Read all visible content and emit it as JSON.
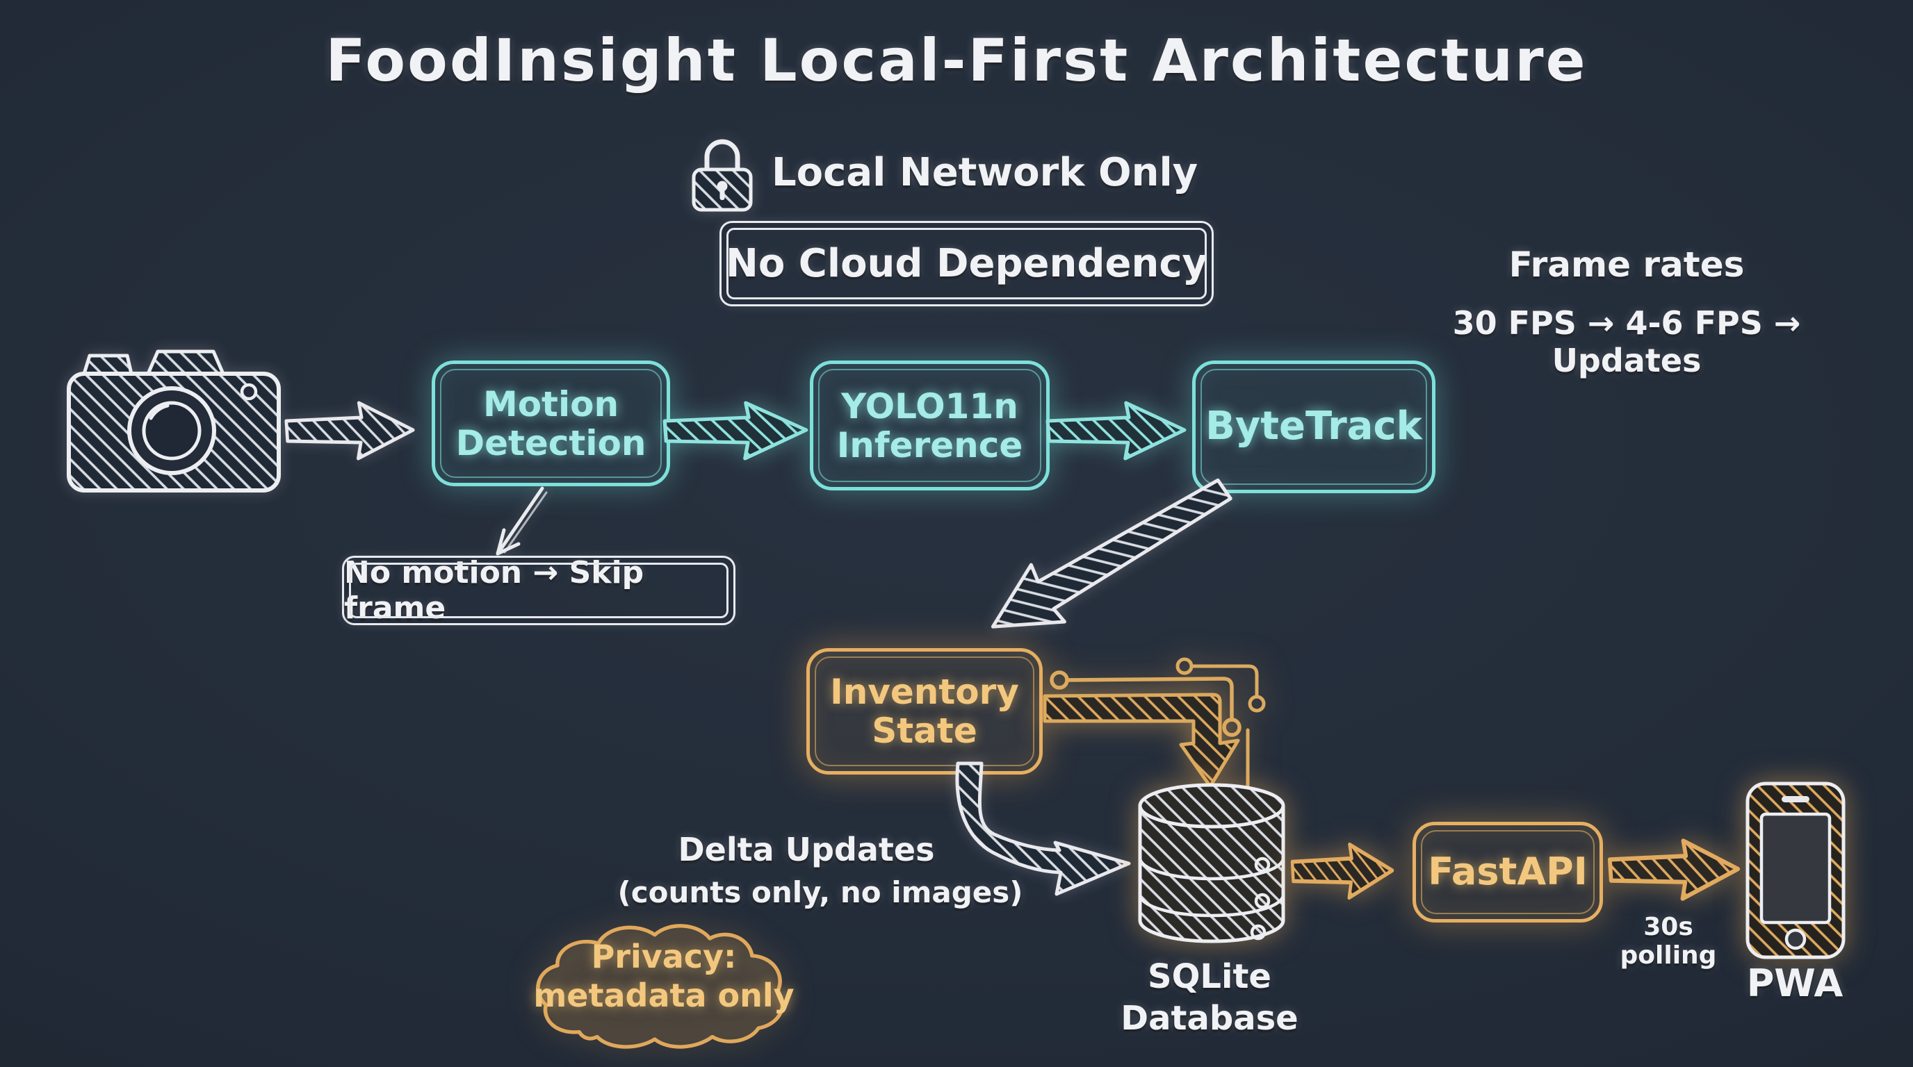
{
  "title": "FoodInsight Local-First Architecture",
  "security": {
    "lock_icon": "lock-icon",
    "local_network_label": "Local Network Only",
    "no_cloud_label": "No Cloud Dependency"
  },
  "frame_rates": {
    "heading": "Frame rates",
    "sequence": "30 FPS → 4-6 FPS → Updates"
  },
  "nodes": {
    "camera": {
      "icon": "camera-icon"
    },
    "motion": {
      "line1": "Motion",
      "line2": "Detection"
    },
    "yolo": {
      "line1": "YOLO11n",
      "line2": "Inference"
    },
    "bytetrack": {
      "label": "ByteTrack"
    },
    "inventory": {
      "line1": "Inventory",
      "line2": "State"
    },
    "sqlite": {
      "icon": "database-icon",
      "line1": "SQLite",
      "line2": "Database"
    },
    "fastapi": {
      "label": "FastAPI"
    },
    "pwa": {
      "icon": "smartphone-icon",
      "label": "PWA"
    }
  },
  "annotations": {
    "skip_frame": "No motion → Skip frame",
    "delta_line1": "Delta Updates",
    "delta_line2": "(counts only, no images)",
    "privacy_line1": "Privacy:",
    "privacy_line2": "metadata only",
    "polling": "30s polling"
  },
  "edges": [
    {
      "from": "camera",
      "to": "motion-detection"
    },
    {
      "from": "motion-detection",
      "to": "yolo11n-inference"
    },
    {
      "from": "yolo11n-inference",
      "to": "bytetrack"
    },
    {
      "from": "motion-detection",
      "to": "skip-frame-note"
    },
    {
      "from": "bytetrack",
      "to": "inventory-state"
    },
    {
      "from": "inventory-state",
      "to": "sqlite-database"
    },
    {
      "from": "inventory-state",
      "to": "sqlite-database",
      "label": "Delta Updates (counts only, no images)"
    },
    {
      "from": "sqlite-database",
      "to": "fastapi"
    },
    {
      "from": "fastapi",
      "to": "pwa",
      "label": "30s polling"
    }
  ],
  "colors": {
    "teal": "#7de0da",
    "teal_text": "#a5ebe6",
    "orange": "#e6af62",
    "orange_text": "#f3c87e",
    "chalk": "#f1f2f5",
    "background": "#222b38"
  }
}
